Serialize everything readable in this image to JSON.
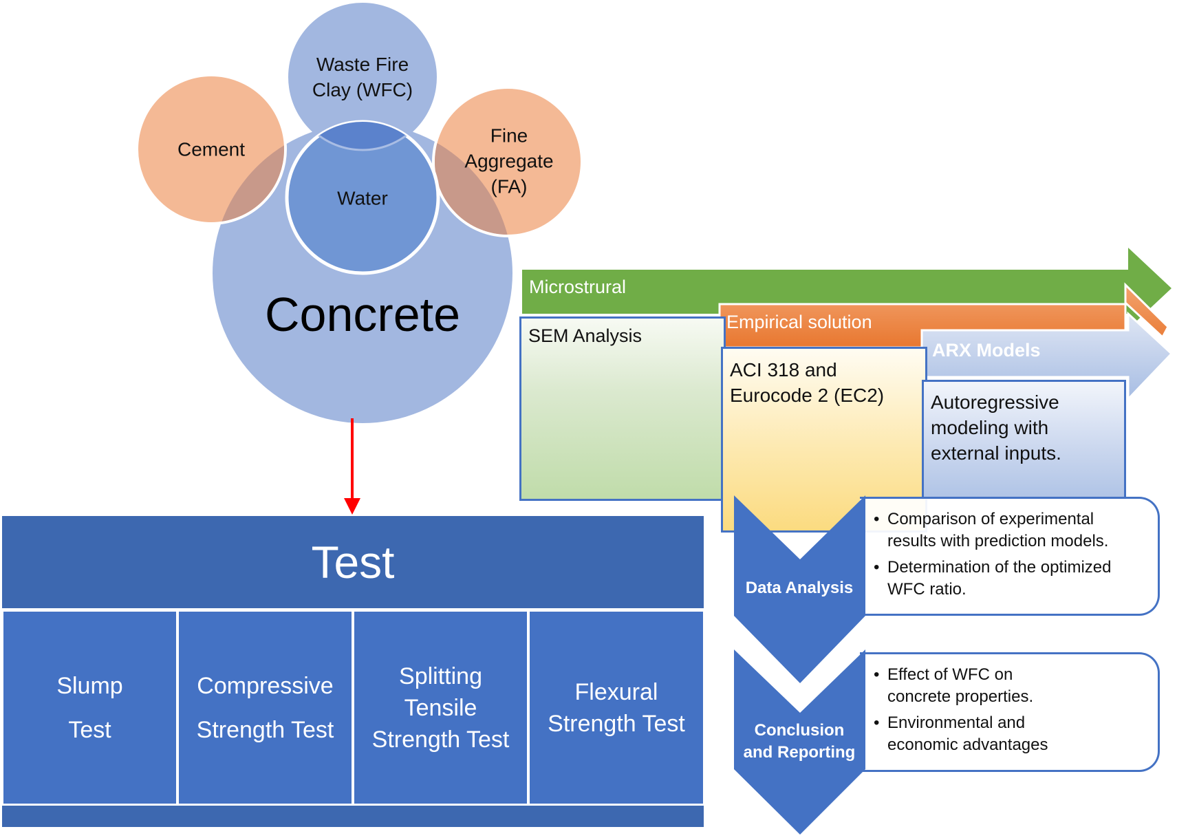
{
  "colors": {
    "concrete_blue": "#a2b7e0",
    "water_blue": "#7096d4",
    "peach": "#f4b995",
    "overlap_brown": "#c8998a",
    "green": "#70ad47",
    "orange": "#ed7d31",
    "test_dark_blue": "#3d68b0",
    "test_blue": "#4472c4",
    "arrow_red": "#ff0000"
  },
  "materials": {
    "cement": "Cement",
    "wfc_line1": "Waste Fire",
    "wfc_line2": "Clay (WFC)",
    "fa_line1": "Fine",
    "fa_line2": "Aggregate",
    "fa_line3": "(FA)",
    "water": "Water",
    "concrete": "Concrete"
  },
  "test": {
    "title": "Test",
    "cells": [
      {
        "line1": "Slump",
        "line2": "Test",
        "line3": ""
      },
      {
        "line1": "Compressive",
        "line2": "Strength Test",
        "line3": ""
      },
      {
        "line1": "Splitting",
        "line2": "Tensile",
        "line3": "Strength Test"
      },
      {
        "line1": "Flexural",
        "line2": "Strength Test",
        "line3": ""
      }
    ]
  },
  "analysis": {
    "microstructural": {
      "header": "Microstrural",
      "body": "SEM Analysis"
    },
    "empirical": {
      "header": "Empirical solution",
      "body_line1": "ACI 318 and",
      "body_line2": "Eurocode 2 (EC2)"
    },
    "arx": {
      "header": "ARX Models",
      "body_line1": "Autoregressive",
      "body_line2": "modeling with",
      "body_line3": "external inputs."
    }
  },
  "process": {
    "data_analysis": {
      "label": "Data Analysis",
      "bullets": [
        "Comparison of experimental results with prediction models.",
        "Determination of the optimized WFC ratio."
      ]
    },
    "conclusion": {
      "label_line1": "Conclusion",
      "label_line2": "and Reporting",
      "bullets": [
        "Effect of WFC on concrete properties.",
        "Environmental and economic advantages"
      ]
    }
  }
}
